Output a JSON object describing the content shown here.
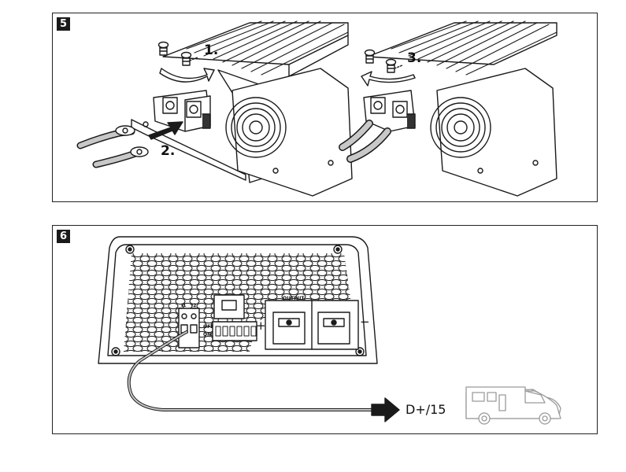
{
  "panel_5": {
    "figure_number": "5",
    "steps": [
      "1.",
      "2.",
      "3."
    ]
  },
  "panel_6": {
    "figure_number": "6",
    "connection_label": "D+/15",
    "output_label": "OUTPUT",
    "terminal_labels": [
      "I1",
      "I2"
    ],
    "switch_labels": [
      "OFF",
      "ON"
    ],
    "plus_sign": "+",
    "minus_sign": "−"
  },
  "icons": [
    "screw-icon",
    "rotate-arrow-icon",
    "push-arrow-icon",
    "fan-icon",
    "cable-lug-icon",
    "camper-van-icon",
    "right-arrow-icon"
  ],
  "colors": {
    "line": "#1a1a1a",
    "fill": "#ffffff",
    "cable_grey": "#c8c8c8",
    "vehicle": "#9a9a9a"
  }
}
